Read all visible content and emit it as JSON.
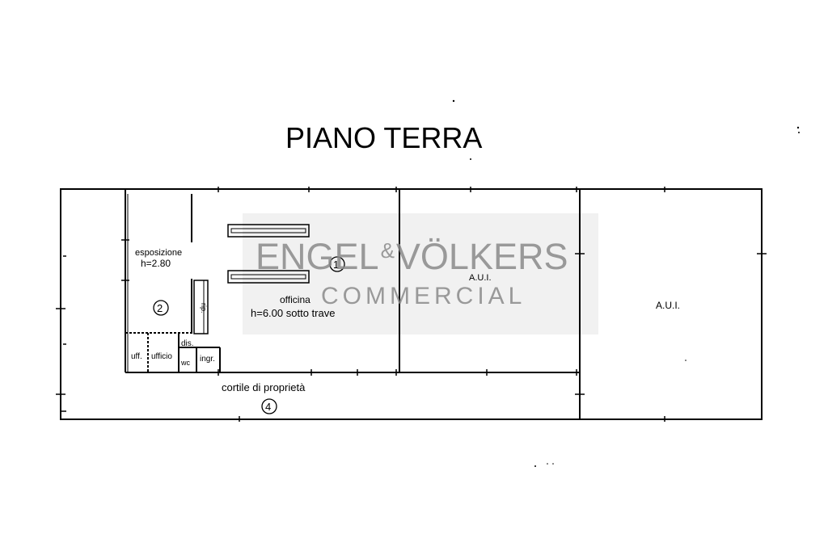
{
  "title": "PIANO TERRA",
  "rooms": {
    "esposizione": {
      "name": "esposizione",
      "height": "h=2.80",
      "number": "2"
    },
    "officina": {
      "name": "officina",
      "height": "h=6.00 sotto trave",
      "number": "1"
    },
    "aui_middle": "A.U.I.",
    "aui_right": "A.U.I.",
    "uff": "uff.",
    "ufficio": "ufficio",
    "dis": "dis.",
    "wc": "wc",
    "ingr": "ingr.",
    "rip": "rip.",
    "cortile": {
      "name": "cortile di proprietà",
      "number": "4"
    }
  },
  "watermark": {
    "brand_left": "ENGEL",
    "ampersand": "&",
    "brand_right": "VÖLKERS",
    "subtitle": "COMMERCIAL"
  }
}
